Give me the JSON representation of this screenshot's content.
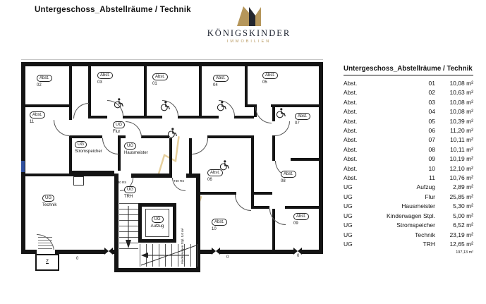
{
  "title": "Untergeschoss_Abstellräume / Technik",
  "logo": {
    "name": "KÖNIGSKINDER",
    "tagline": "IMMOBILIEN"
  },
  "legend": {
    "title": "Untergeschoss_Abstellräume / Technik",
    "rows": [
      {
        "cat": "Abst.",
        "name": "01",
        "area": "10,08 m²"
      },
      {
        "cat": "Abst.",
        "name": "02",
        "area": "10,63 m²"
      },
      {
        "cat": "Abst.",
        "name": "03",
        "area": "10,08 m²"
      },
      {
        "cat": "Abst.",
        "name": "04",
        "area": "10,08 m²"
      },
      {
        "cat": "Abst.",
        "name": "05",
        "area": "10,39 m²"
      },
      {
        "cat": "Abst.",
        "name": "06",
        "area": "11,20 m²"
      },
      {
        "cat": "Abst.",
        "name": "07",
        "area": "10,11 m²"
      },
      {
        "cat": "Abst.",
        "name": "08",
        "area": "10,11 m²"
      },
      {
        "cat": "Abst.",
        "name": "09",
        "area": "10,19 m²"
      },
      {
        "cat": "Abst.",
        "name": "10",
        "area": "12,10 m²"
      },
      {
        "cat": "Abst.",
        "name": "11",
        "area": "10,76 m²"
      },
      {
        "cat": "UG",
        "name": "Aufzug",
        "area": "2,89 m²"
      },
      {
        "cat": "UG",
        "name": "Flur",
        "area": "25,85 m²"
      },
      {
        "cat": "UG",
        "name": "Hausmeister",
        "area": "5,30 m²"
      },
      {
        "cat": "UG",
        "name": "Kinderwagen Stpl.",
        "area": "5,00 m²"
      },
      {
        "cat": "UG",
        "name": "Stromspeicher",
        "area": "6,52 m²"
      },
      {
        "cat": "UG",
        "name": "Technik",
        "area": "23,19 m²"
      },
      {
        "cat": "UG",
        "name": "TRH",
        "area": "12,65 m²"
      }
    ],
    "total": "197,13 m²"
  },
  "plan": {
    "labels": {
      "abst01": {
        "tag": "Abst.",
        "name": "01"
      },
      "abst02": {
        "tag": "Abst.",
        "name": "02"
      },
      "abst03": {
        "tag": "Abst.",
        "name": "03"
      },
      "abst04": {
        "tag": "Abst.",
        "name": "04"
      },
      "abst05": {
        "tag": "Abst.",
        "name": "05"
      },
      "abst06": {
        "tag": "Abst.",
        "name": "06"
      },
      "abst07": {
        "tag": "Abst.",
        "name": "07"
      },
      "abst08": {
        "tag": "Abst.",
        "name": "08"
      },
      "abst09": {
        "tag": "Abst.",
        "name": "09"
      },
      "abst10": {
        "tag": "Abst.",
        "name": "10"
      },
      "abst11": {
        "tag": "Abst.",
        "name": "11"
      },
      "flur": {
        "tag": "UG",
        "name": "Flur"
      },
      "stromspeicher": {
        "tag": "UG",
        "name": "Stromspeicher"
      },
      "hausmeister": {
        "tag": "UG",
        "name": "Hausmeister"
      },
      "technik": {
        "tag": "UG",
        "name": "Technik"
      },
      "trh": {
        "tag": "UG",
        "name": "TRH"
      },
      "aufzug": {
        "tag": "UG",
        "name": "Aufzug"
      }
    },
    "fire_door": "T30 RS",
    "kinderwagen": {
      "line1": "Kinderwagen Stpl.",
      "line2": "5,0 m²"
    },
    "light_well": "2",
    "level_mark": "0",
    "colors": {
      "gold": "#bf9b4f",
      "ink": "#141414"
    }
  }
}
